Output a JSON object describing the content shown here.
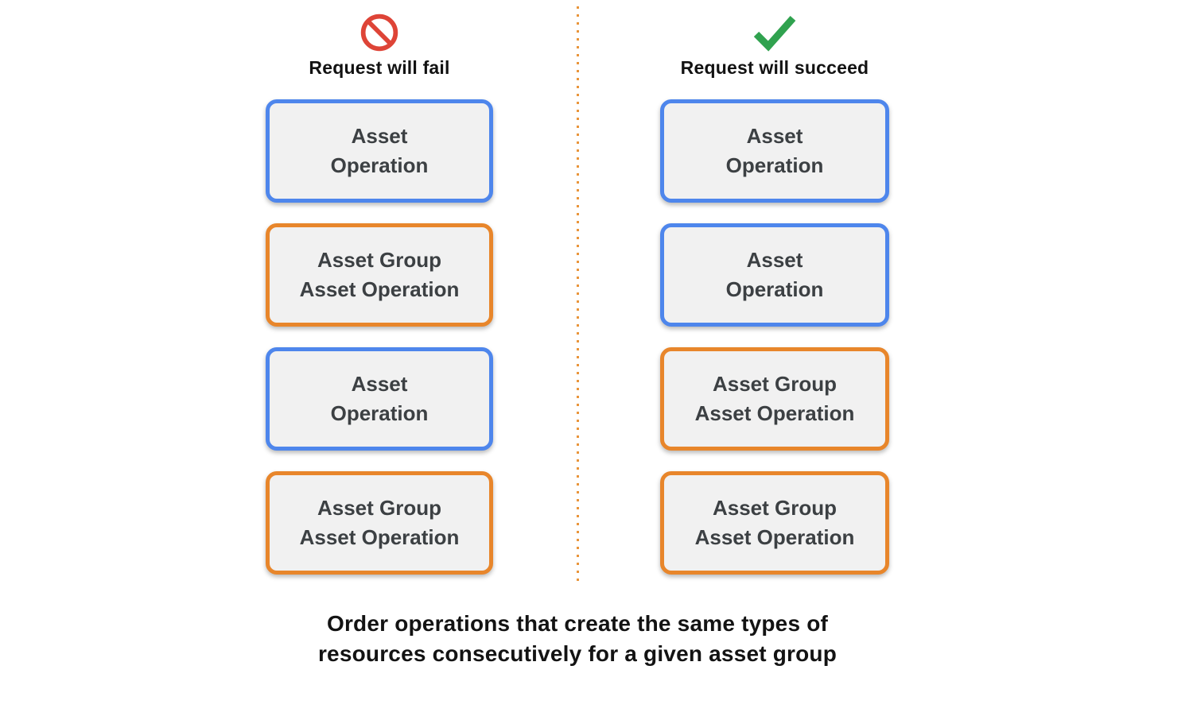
{
  "columns": {
    "fail": {
      "title": "Request will fail",
      "icon": "prohibition-icon",
      "boxes": [
        {
          "type": "asset-operation",
          "label": "Asset\nOperation"
        },
        {
          "type": "asset-group-asset-operation",
          "label": "Asset Group\nAsset Operation"
        },
        {
          "type": "asset-operation",
          "label": "Asset\nOperation"
        },
        {
          "type": "asset-group-asset-operation",
          "label": "Asset Group\nAsset Operation"
        }
      ]
    },
    "succeed": {
      "title": "Request will succeed",
      "icon": "checkmark-icon",
      "boxes": [
        {
          "type": "asset-operation",
          "label": "Asset\nOperation"
        },
        {
          "type": "asset-operation",
          "label": "Asset\nOperation"
        },
        {
          "type": "asset-group-asset-operation",
          "label": "Asset Group\nAsset Operation"
        },
        {
          "type": "asset-group-asset-operation",
          "label": "Asset Group\nAsset Operation"
        }
      ]
    }
  },
  "caption": "Order operations that create the same types of\nresources consecutively for a given asset group",
  "colors": {
    "asset_operation_border": "#4e86ec",
    "asset_group_border": "#e8862b",
    "box_fill": "#f1f1f1",
    "box_text": "#3c4043",
    "divider_dots": "#e9953b",
    "fail_icon": "#de4437",
    "success_icon": "#30a24f"
  }
}
